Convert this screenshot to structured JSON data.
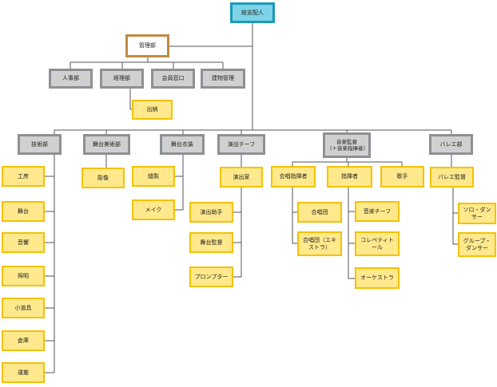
{
  "org": {
    "root": "総支配人",
    "admin": "管理部",
    "admin_depts": [
      "人事部",
      "経理部",
      "会員窓口",
      "建物管理"
    ],
    "accounting_sub": "出納",
    "divisions": [
      "技術部",
      "舞台美術部",
      "舞台衣装",
      "演出チーフ",
      "音楽監督\n（＋音楽指揮者）",
      "バレエ部"
    ],
    "tech_units": [
      "工房",
      "舞台",
      "音響",
      "照明",
      "小道具",
      "倉庫",
      "運搬"
    ],
    "stage_art_units": [
      "彫像"
    ],
    "costume_units": [
      "縫製",
      "メイク"
    ],
    "director": "演出家",
    "director_units": [
      "演出助手",
      "舞台監督",
      "プロンプター"
    ],
    "music_sections": [
      "合唱指揮者",
      "指揮者",
      "歌手"
    ],
    "choir_units": [
      "合唱団",
      "合唱団（エキストラ）"
    ],
    "conductor_units": [
      "音楽チーフ",
      "コレペティトール",
      "オーケストラ"
    ],
    "ballet_master": "バレエ監督",
    "ballet_units": [
      "ソロ・ダンサー",
      "グループ・ダンサー"
    ]
  }
}
